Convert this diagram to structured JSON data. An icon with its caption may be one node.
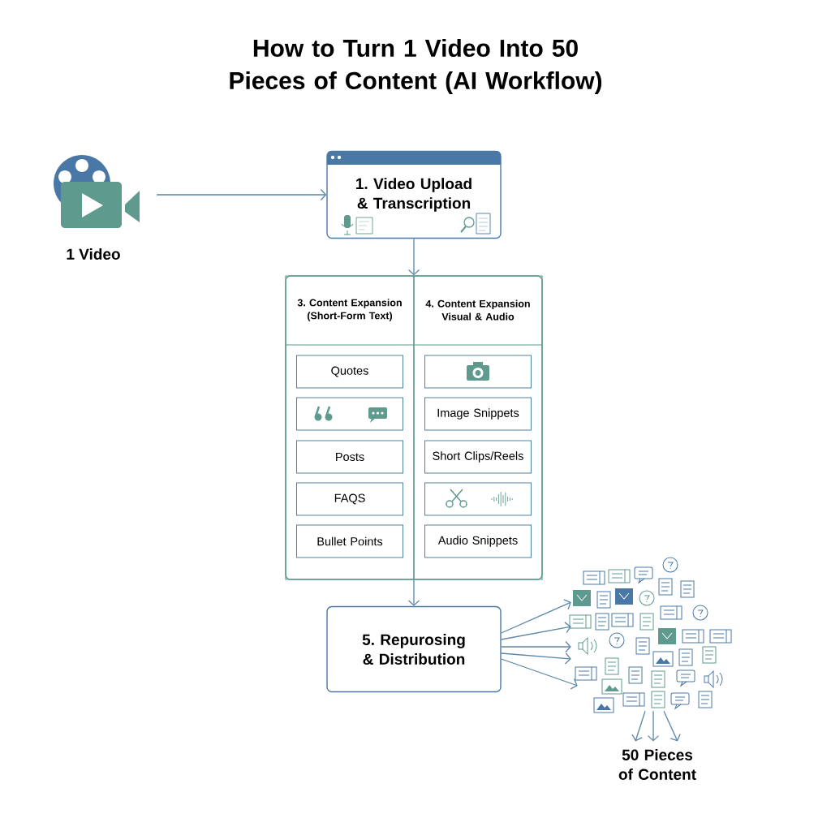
{
  "diagram": {
    "title": "How to Turn 1 Video Into 50 Pieces of Content (AI Workflow)",
    "nodes": [
      {
        "text": [],
        "shape": "picture",
        "beside": [
          "1 Video"
        ]
      },
      {
        "text": [
          "1. Video Upload & Transcription"
        ]
      },
      {
        "text": [],
        "shape": "box"
      },
      {
        "text": [
          "3. Content Expansion (Short-Form Text)"
        ],
        "in": 2
      },
      {
        "text": [
          "4. Content Expansion Visual & Audio"
        ],
        "in": 2
      },
      {
        "text": [
          "Quotes"
        ],
        "in": 3
      },
      {
        "text": [],
        "shape": "box",
        "in": 3
      },
      {
        "text": [
          "Posts"
        ],
        "in": 3
      },
      {
        "text": [
          "FAQS"
        ],
        "in": 3
      },
      {
        "text": [
          "Bullet Points"
        ],
        "in": 3
      },
      {
        "text": [],
        "shape": "box",
        "in": 4
      },
      {
        "text": [
          "Image Snippets"
        ],
        "in": 4
      },
      {
        "text": [
          "Short Clips/Reels"
        ],
        "in": 4
      },
      {
        "text": [],
        "shape": "box",
        "in": 4
      },
      {
        "text": [
          "Audio Snippets"
        ],
        "in": 4
      },
      {
        "text": [
          "5. Repurosing & Distribution"
        ]
      },
      {
        "text": [],
        "shape": "picture"
      },
      {
        "text": [
          "50 Pieces of Content"
        ]
      }
    ],
    "edges": [
      {
        "from": 0,
        "to": 1,
        "arrow": "to"
      },
      {
        "from": 1,
        "to": 2,
        "arrow": "to"
      },
      {
        "from": 2,
        "to": 15,
        "arrow": "to"
      },
      {
        "from": 15,
        "to": 16,
        "arrow": "to"
      },
      {
        "from": 15,
        "to": 16,
        "arrow": "to"
      },
      {
        "from": 15,
        "to": 16,
        "arrow": "to"
      },
      {
        "from": 15,
        "to": 16,
        "arrow": "to"
      },
      {
        "from": 15,
        "to": 16,
        "arrow": "to"
      },
      {
        "from": 16,
        "to": 17,
        "arrow": "to"
      },
      {
        "from": 16,
        "to": 17,
        "arrow": "to"
      },
      {
        "from": 16,
        "to": 17,
        "arrow": "to"
      }
    ]
  }
}
